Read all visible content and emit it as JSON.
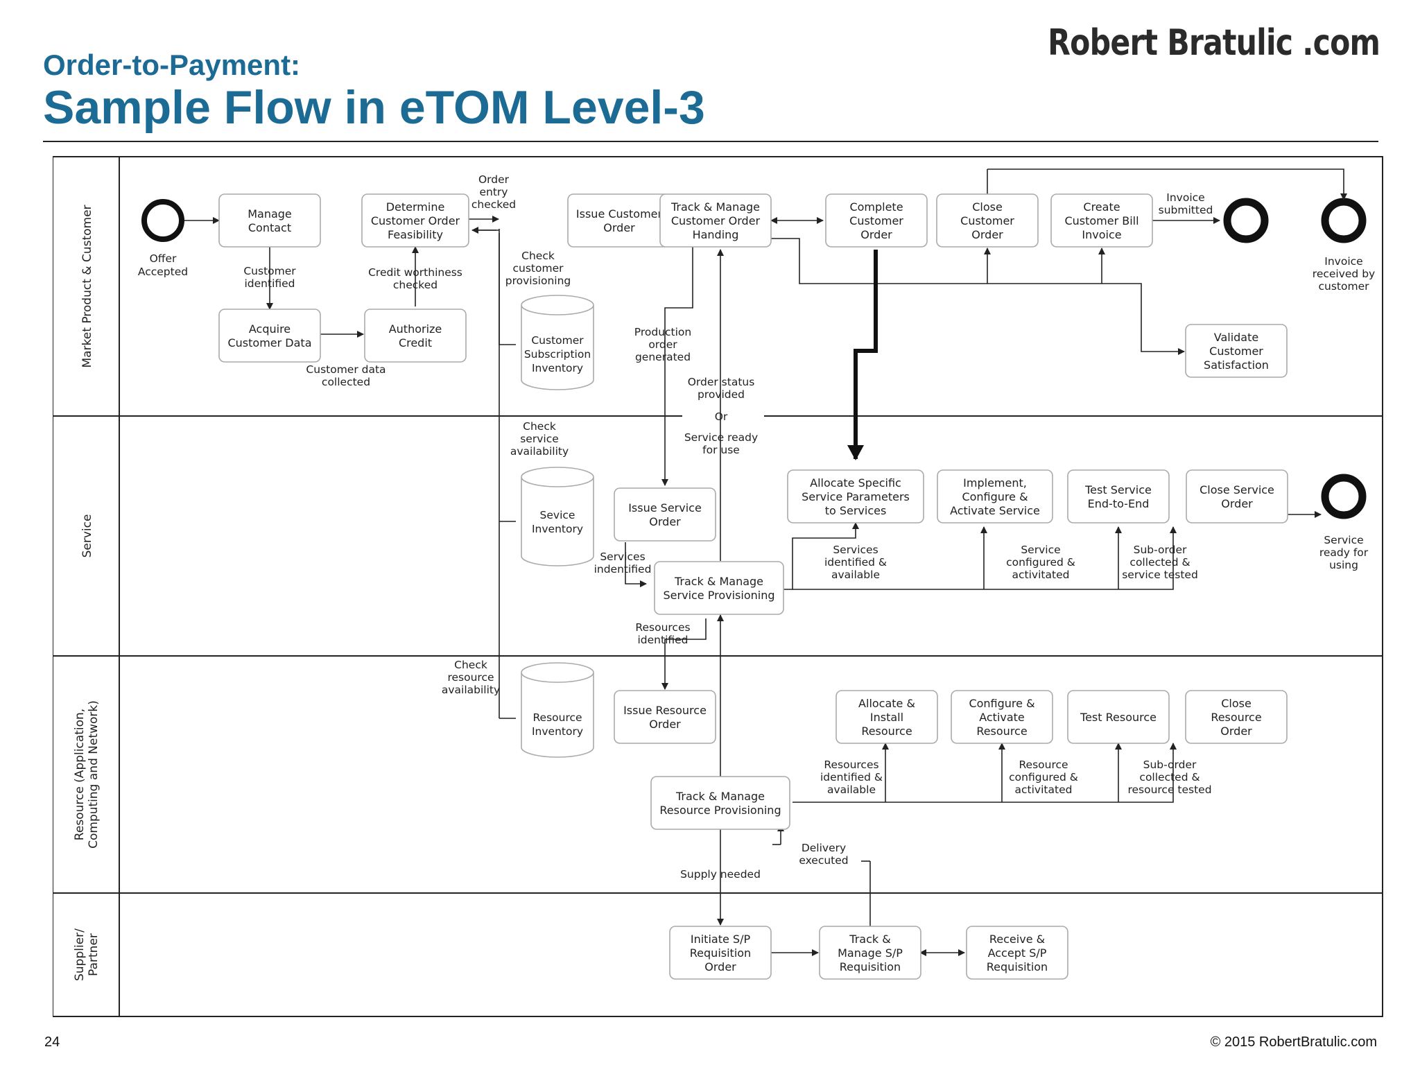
{
  "brand": "Robert Bratulic .com",
  "header": {
    "subtitle": "Order-to-Payment:",
    "title": "Sample Flow in eTOM Level-3"
  },
  "footer": {
    "page_number": "24",
    "copyright": "© 2015 RobertBratulic.com"
  },
  "lanes": {
    "market": "Market Product & Customer",
    "service": "Service",
    "resource_1": "Resource (Application,",
    "resource_2": "Computing and Network)",
    "supplier_1": "Supplier/",
    "supplier_2": "Partner"
  },
  "boxes": {
    "manage_contact": [
      "Manage",
      "Contact"
    ],
    "acquire_customer_data": [
      "Acquire",
      "Customer Data"
    ],
    "determine_feasibility": [
      "Determine",
      "Customer Order",
      "Feasibility"
    ],
    "authorize_credit": [
      "Authorize",
      "Credit"
    ],
    "issue_customer_order": [
      "Issue Customer",
      "Order"
    ],
    "track_manage_order": [
      "Track & Manage",
      "Customer Order",
      "Handing"
    ],
    "complete_customer_order": [
      "Complete",
      "Customer",
      "Order"
    ],
    "close_customer_order": [
      "Close",
      "Customer",
      "Order"
    ],
    "create_bill": [
      "Create",
      "Customer Bill",
      "Invoice"
    ],
    "validate_satisfaction": [
      "Validate",
      "Customer",
      "Satisfaction"
    ],
    "issue_service_order": [
      "Issue Service",
      "Order"
    ],
    "track_service_provisioning": [
      "Track & Manage",
      "Service Provisioning"
    ],
    "allocate_service_params": [
      "Allocate Specific",
      "Service Parameters",
      "to Services"
    ],
    "implement_service": [
      "Implement,",
      "Configure &",
      "Activate Service"
    ],
    "test_service": [
      "Test Service",
      "End-to-End"
    ],
    "close_service_order": [
      "Close Service",
      "Order"
    ],
    "issue_resource_order": [
      "Issue Resource",
      "Order"
    ],
    "track_resource_provisioning": [
      "Track & Manage",
      "Resource Provisioning"
    ],
    "allocate_install_resource": [
      "Allocate &",
      "Install",
      "Resource"
    ],
    "configure_resource": [
      "Configure &",
      "Activate",
      "Resource"
    ],
    "test_resource": [
      "Test Resource"
    ],
    "close_resource_order": [
      "Close",
      "Resource",
      "Order"
    ],
    "initiate_sp_requisition": [
      "Initiate S/P",
      "Requisition",
      "Order"
    ],
    "track_sp_requisition": [
      "Track &",
      "Manage S/P",
      "Requisition"
    ],
    "receive_sp_requisition": [
      "Receive &",
      "Accept S/P",
      "Requisition"
    ]
  },
  "stores": {
    "customer_subscription": [
      "Customer",
      "Subscription",
      "Inventory"
    ],
    "service_inventory": [
      "Sevice",
      "Inventory"
    ],
    "resource_inventory": [
      "Resource",
      "Inventory"
    ]
  },
  "labels": {
    "offer_accepted": [
      "Offer",
      "Accepted"
    ],
    "customer_identified": [
      "Customer",
      "identified"
    ],
    "customer_data_collected": [
      "Customer data",
      "collected"
    ],
    "credit_checked": [
      "Credit worthiness",
      "checked"
    ],
    "order_entry_checked": [
      "Order",
      "entry",
      "checked"
    ],
    "check_provisioning": [
      "Check",
      "customer",
      "provisioning"
    ],
    "production_order": [
      "Production",
      "order",
      "generated"
    ],
    "order_status": [
      "Order status",
      "provided",
      "Or",
      "Service ready",
      "for use"
    ],
    "invoice_submitted": [
      "Invoice",
      "submitted"
    ],
    "invoice_received": [
      "Invoice",
      "received by",
      "customer"
    ],
    "check_service_availability": [
      "Check",
      "service",
      "availability"
    ],
    "services_indentified": [
      "Services",
      "indentified"
    ],
    "services_identified_available": [
      "Services",
      "identified &",
      "available"
    ],
    "service_configured": [
      "Service",
      "configured &",
      "activitated"
    ],
    "suborder_service": [
      "Sub-order",
      "collected &",
      "service tested"
    ],
    "service_ready": [
      "Service",
      "ready for",
      "using"
    ],
    "resources_identified": [
      "Resources",
      "identified"
    ],
    "check_resource_availability": [
      "Check",
      "resource",
      "availability"
    ],
    "resources_identified_available": [
      "Resources",
      "identified &",
      "available"
    ],
    "resource_configured": [
      "Resource",
      "configured &",
      "activitated"
    ],
    "suborder_resource": [
      "Sub-order",
      "collected &",
      "resource tested"
    ],
    "delivery_executed": [
      "Delivery",
      "executed"
    ],
    "supply_needed": [
      "Supply needed"
    ]
  }
}
